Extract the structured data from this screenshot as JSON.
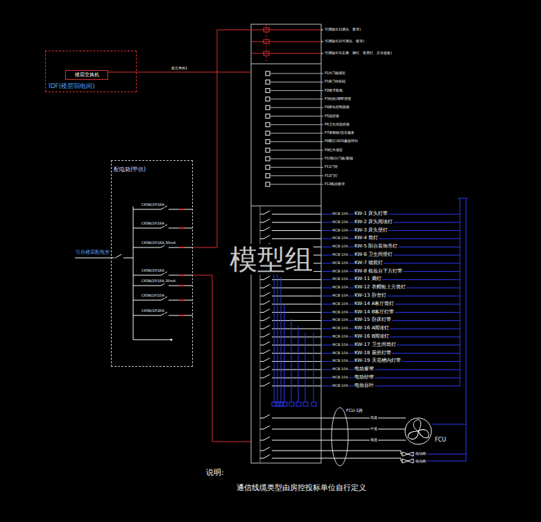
{
  "diagram": {
    "nodes": [
      {
        "text": [
          "IDF(楼层弱电间)"
        ]
      },
      {
        "text": [
          "楼层交换机"
        ],
        "in": 0
      },
      {
        "text": [
          "配电箱(甲供)"
        ]
      },
      {
        "text": [
          "FCU"
        ]
      }
    ],
    "labels": [
      "可调输出1(调光、窗帘)",
      "可调输出2(可调光、窗帘)",
      "可调输出3(走廊、廊灯、客房灯、开关面板)",
      "P1A门磁感应",
      "P1B门铃按钮",
      "P2插卡取电",
      "P3勿扰/请即清理",
      "P4床头控制面板",
      "P5温控器",
      "P6卫生间温控器",
      "P7请稍候/洗衣服务",
      "P8夜灯/SOS紧急呼叫",
      "P9红外感应",
      "P10阳台门磁/窗磁",
      "P11门铃",
      "P12门灯",
      "P13电动窗帘",
      "KW-1 床头灯带",
      "KW-2 床头阅读灯",
      "KW-3 床头壁灯",
      "KW-4 筒灯",
      "KW-5 阳台装饰吊灯",
      "KW-6 卫生间壁灯",
      "KW-7 镜前灯",
      "KW-8 梳妆台下方灯带",
      "KW-11 廊灯",
      "KW-12 衣帽柜上方筒灯",
      "KW-13 卧室灯",
      "KW-14 A客厅筒灯",
      "KW-14 B客厅灯带",
      "KW-15 卧床灯带",
      "KW-16 A阅读灯",
      "KW-16 B阅读灯",
      "KW-17 卫生间筒灯",
      "KW-18 厕所灯带",
      "KW-19 天花槽内灯带",
      "电动窗帘",
      "电动纱帘",
      "电动百叶",
      "MCB-10A",
      "MCB-10A",
      "MCB-10A",
      "MCB-10A",
      "MCB-10A",
      "MCB-10A",
      "MCB-10A",
      "MCB-10A",
      "MCB-10A",
      "MCB-10A",
      "MCB-10A",
      "MCB-10A",
      "MCB-10A",
      "MCB-10A",
      "MCB-10A",
      "MCB-10A",
      "MCB-10A",
      "MCB-10A",
      "MCB-10A",
      "MCB-10A",
      "MCB-10A",
      "MCB-10A",
      "FCU-1路",
      "高速",
      "中速",
      "低速",
      "电动阀",
      "电动阀",
      "超五类线1",
      "C65N/1P/16A",
      "C65N/1P/16A",
      "C65N/1P/16A,30mA",
      "C65N/1P/16A",
      "C65N/1P/16A,30mA",
      "C65N/1P/10A",
      "C65N/1P/20A",
      "引自楼层配电室",
      "模型组",
      "说明:",
      "通信线缆类型由房控投标单位自行定义"
    ]
  }
}
